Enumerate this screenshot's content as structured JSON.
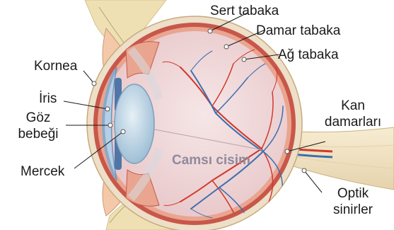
{
  "labels": {
    "sert_tabaka": "Sert tabaka",
    "damar_tabaka": "Damar tabaka",
    "ag_tabaka": "Ağ tabaka",
    "kornea": "Kornea",
    "iris": "İris",
    "goz_bebegi": "Göz\nbebeği",
    "kan_damarlari": "Kan\ndamarları",
    "mercek": "Mercek",
    "camsi_cisim": "Camsı cisim",
    "optik_sinirler": "Optik\nsinirler"
  },
  "colors": {
    "sclera": "#eddfc8",
    "choroid": "#c8574a",
    "retina": "#e9a58f",
    "vitreous": "#efd9da",
    "cornea": "#b5cfe6",
    "lens": "#c9dde9",
    "artery": "#d1392c",
    "vein": "#3b6fb0",
    "bone": "#efe0b4",
    "nerve": "#f4e6c4"
  }
}
